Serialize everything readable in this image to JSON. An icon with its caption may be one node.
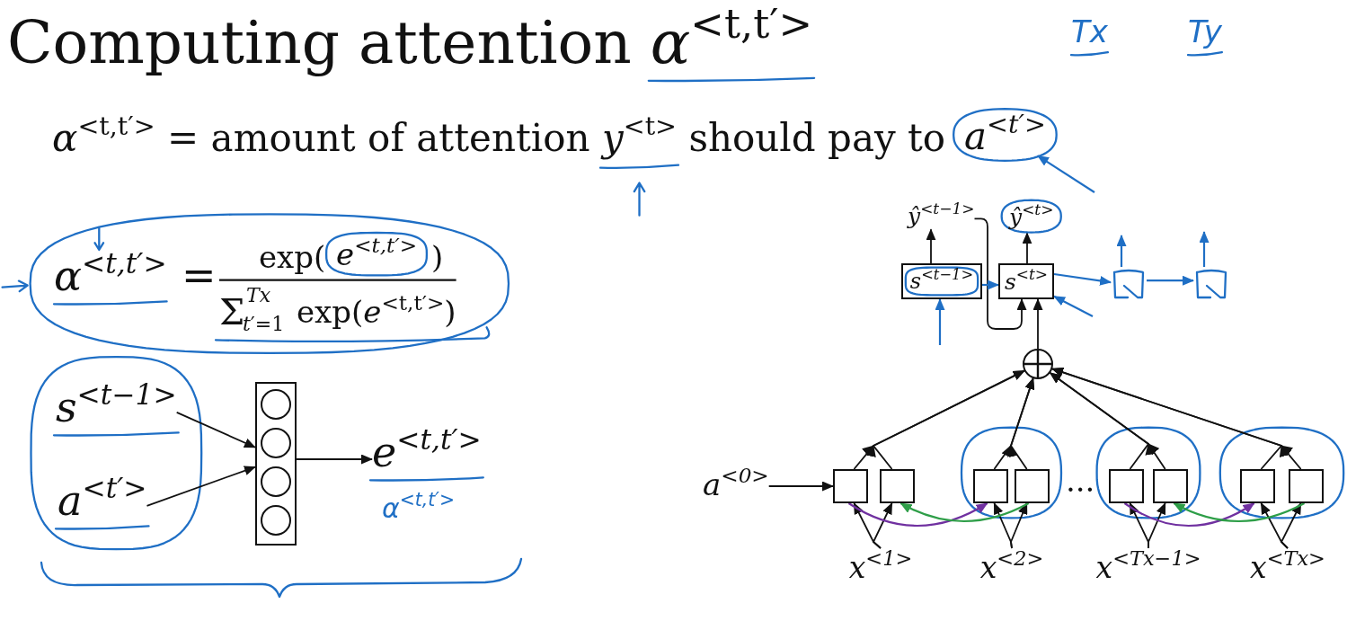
{
  "diagram": {
    "title": "Computing attention *α*$^{<t,t′>}$",
    "nodes": [
      {
        "text": [
          "a$^{<t′>}$"
        ]
      },
      {
        "text": [
          "s$^{<t−1>}$"
        ]
      },
      {
        "text": [
          "a$^{<t′>}$"
        ]
      },
      {
        "text": [],
        "shape": "box"
      },
      {
        "text": [],
        "shape": "circle",
        "in": 3
      },
      {
        "text": [],
        "shape": "circle",
        "in": 3
      },
      {
        "text": [],
        "shape": "circle",
        "in": 3
      },
      {
        "text": [],
        "shape": "circle",
        "in": 3
      },
      {
        "text": [
          "e$^{<t,t′>}$"
        ]
      },
      {
        "text": [
          "ŷ$^{<t−1>}$"
        ]
      },
      {
        "text": [
          "ŷ$^{<t>}$"
        ]
      },
      {
        "text": [
          "s$^{<t−1>}$"
        ]
      },
      {
        "text": [
          "s$^{<t>}$"
        ]
      },
      {
        "text": [],
        "shape": "box"
      },
      {
        "text": [],
        "shape": "box"
      },
      {
        "text": [],
        "shape": "circle"
      },
      {
        "text": [
          "a$^{<0>}$"
        ]
      },
      {
        "text": [],
        "shape": "box"
      },
      {
        "text": [],
        "shape": "box"
      },
      {
        "text": [],
        "shape": "box"
      },
      {
        "text": [],
        "shape": "box"
      },
      {
        "text": [],
        "shape": "box"
      },
      {
        "text": [],
        "shape": "box"
      },
      {
        "text": [],
        "shape": "box"
      },
      {
        "text": [],
        "shape": "box"
      },
      {
        "text": [
          "x$^{<1>}$"
        ]
      },
      {
        "text": [
          "x$^{<2>}$"
        ]
      },
      {
        "text": [
          "x$^{<Tx−1>}$"
        ]
      },
      {
        "text": [
          "x$^{<Tx>}$"
        ]
      },
      {
        "text": [
          "e$^{<t,t′>}$"
        ]
      }
    ],
    "edges": [
      {
        "from": 1,
        "to": 3,
        "arrow": "to"
      },
      {
        "from": 2,
        "to": 3,
        "arrow": "to"
      },
      {
        "from": 3,
        "to": 8,
        "arrow": "to"
      },
      {
        "from": 11,
        "to": 9,
        "arrow": "to"
      },
      {
        "from": 12,
        "to": 10,
        "arrow": "to"
      },
      {
        "from": 9,
        "to": 12,
        "arrow": "to"
      },
      {
        "from": 15,
        "to": 12,
        "arrow": "to"
      },
      {
        "from": 11,
        "to": 12,
        "arrow": "to",
        "color": "#1f6fc5"
      },
      {
        "from": 12,
        "to": 13,
        "arrow": "to",
        "color": "#1f6fc5"
      },
      {
        "from": 13,
        "to": 14,
        "arrow": "to",
        "color": "#1f6fc5"
      },
      {
        "from": 13,
        "to": null,
        "arrow": "to",
        "color": "#1f6fc5"
      },
      {
        "from": 14,
        "to": null,
        "arrow": "to",
        "color": "#1f6fc5"
      },
      {
        "from": null,
        "to": 11,
        "arrow": "to",
        "color": "#1f6fc5"
      },
      {
        "from": null,
        "to": 12,
        "arrow": "to",
        "color": "#1f6fc5"
      },
      {
        "from": 16,
        "to": 17,
        "arrow": "to"
      },
      {
        "from": 17,
        "to": 15,
        "arrow": "to"
      },
      {
        "from": 18,
        "to": 15,
        "arrow": "to"
      },
      {
        "from": 19,
        "to": 15,
        "arrow": "to"
      },
      {
        "from": 20,
        "to": 15,
        "arrow": "to"
      },
      {
        "from": 21,
        "to": 15,
        "arrow": "to"
      },
      {
        "from": 22,
        "to": 15,
        "arrow": "to"
      },
      {
        "from": 23,
        "to": 15,
        "arrow": "to"
      },
      {
        "from": 24,
        "to": 15,
        "arrow": "to"
      },
      {
        "from": 25,
        "to": 17,
        "arrow": "to"
      },
      {
        "from": 25,
        "to": 18,
        "arrow": "to"
      },
      {
        "from": 26,
        "to": 19,
        "arrow": "to"
      },
      {
        "from": 26,
        "to": 20,
        "arrow": "to"
      },
      {
        "from": 27,
        "to": 21,
        "arrow": "to"
      },
      {
        "from": 27,
        "to": 22,
        "arrow": "to"
      },
      {
        "from": 28,
        "to": 23,
        "arrow": "to"
      },
      {
        "from": 28,
        "to": 24,
        "arrow": "to"
      },
      {
        "from": 17,
        "to": 19,
        "arrow": "to",
        "color": "#7030a0"
      },
      {
        "from": 20,
        "to": 18,
        "arrow": "to",
        "color": "#2e9e48"
      },
      {
        "from": 21,
        "to": 23,
        "arrow": "to",
        "color": "#7030a0"
      },
      {
        "from": 24,
        "to": 22,
        "arrow": "to",
        "color": "#2e9e48"
      },
      {
        "from": null,
        "to": 0,
        "arrow": "to",
        "color": "#1f6fc5"
      }
    ],
    "labels": [
      "Tx",
      "Ty",
      "*α*$^{<t,t′>}$ = amount of attention *y*$^{<t>}$ should pay to",
      "α$^{<t,t′>}$",
      "=",
      "exp(",
      ")",
      "Σ",
      "Tx",
      "*t*′=1",
      "exp(*e*$^{<t,t′>}$)",
      "α$^{<t,t′>}$",
      "..."
    ]
  }
}
